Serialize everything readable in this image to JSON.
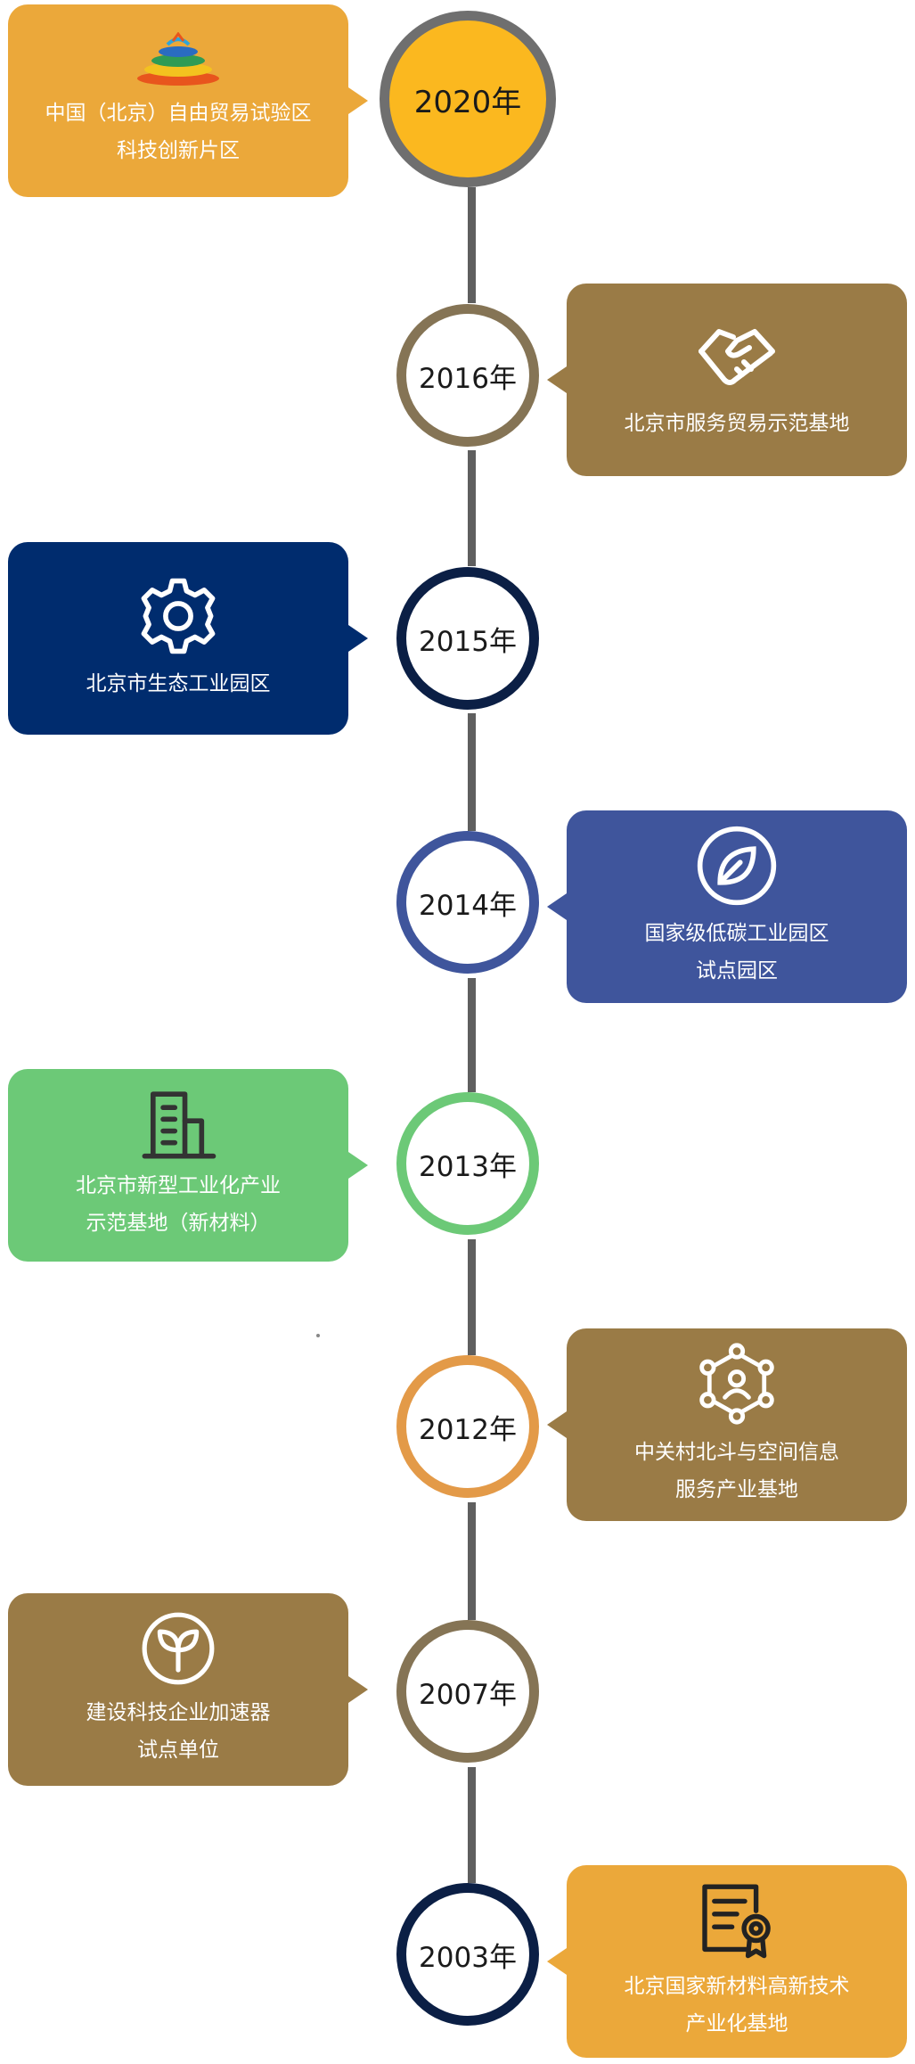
{
  "timeline": [
    {
      "year": "2020年",
      "lines": [
        "中国（北京）自由贸易试验区",
        "科技创新片区"
      ],
      "icon": "fta-logo-icon",
      "side": "left",
      "card_color": "#eba83a",
      "ring_color": "#6f6f6f",
      "fill_color": "#fbb81f"
    },
    {
      "year": "2016年",
      "lines": [
        "北京市服务贸易示范基地"
      ],
      "icon": "handshake-icon",
      "side": "right",
      "card_color": "#9a7b46",
      "ring_color": "#857455",
      "fill_color": "#ffffff"
    },
    {
      "year": "2015年",
      "lines": [
        "北京市生态工业园区"
      ],
      "icon": "gear-icon",
      "side": "left",
      "card_color": "#002c6e",
      "ring_color": "#0b1f45",
      "fill_color": "#ffffff"
    },
    {
      "year": "2014年",
      "lines": [
        "国家级低碳工业园区",
        "试点园区"
      ],
      "icon": "leaf-icon",
      "side": "right",
      "card_color": "#3f559c",
      "ring_color": "#3f559c",
      "fill_color": "#ffffff"
    },
    {
      "year": "2013年",
      "lines": [
        "北京市新型工业化产业",
        "示范基地（新材料）"
      ],
      "icon": "building-icon",
      "side": "left",
      "card_color": "#6cc977",
      "ring_color": "#6cc977",
      "fill_color": "#ffffff"
    },
    {
      "year": "2012年",
      "lines": [
        "中关村北斗与空间信息",
        "服务产业基地"
      ],
      "icon": "network-icon",
      "side": "right",
      "card_color": "#9a7b46",
      "ring_color": "#e39a48",
      "fill_color": "#ffffff"
    },
    {
      "year": "2007年",
      "lines": [
        "建设科技企业加速器",
        "试点单位"
      ],
      "icon": "sprout-icon",
      "side": "left",
      "card_color": "#9a7b46",
      "ring_color": "#857455",
      "fill_color": "#ffffff"
    },
    {
      "year": "2003年",
      "lines": [
        "北京国家新材料高新技术",
        "产业化基地"
      ],
      "icon": "certificate-icon",
      "side": "right",
      "card_color": "#eba83a",
      "ring_color": "#0b1f45",
      "fill_color": "#ffffff"
    }
  ]
}
